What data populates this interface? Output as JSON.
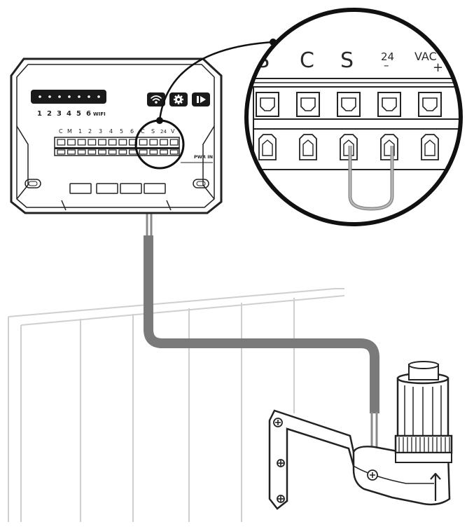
{
  "controller": {
    "zone_numbers": [
      "1",
      "2",
      "3",
      "4",
      "5",
      "6"
    ],
    "wifi_label": "WIFI",
    "terminal_labels": [
      "C",
      "M",
      "1",
      "2",
      "3",
      "4",
      "5",
      "6",
      "C",
      "S",
      "24",
      "V"
    ],
    "power_label": "PWR IN",
    "buttons": [
      "wifi-icon",
      "gear-icon",
      "play-icon"
    ]
  },
  "zoom": {
    "terminal_labels": [
      "S",
      "C",
      "S",
      "24",
      "VAC"
    ],
    "polarity_24": "–",
    "polarity_vac": "+"
  },
  "colors": {
    "outline": "#222222",
    "cable": "#7a7a7a",
    "fence": "#cfcfcf",
    "jumper": "#8c8c8c"
  }
}
